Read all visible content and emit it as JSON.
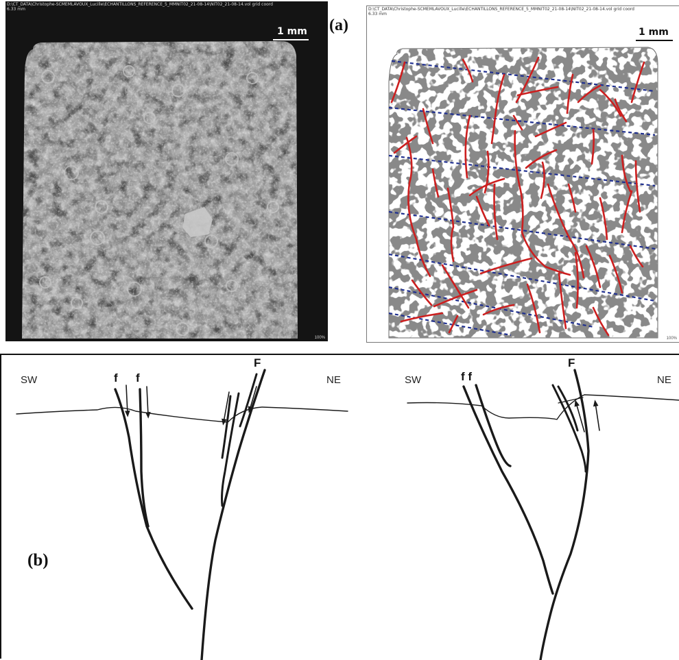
{
  "panel_a": {
    "label": "(a)",
    "ct_image": {
      "path_text": "D:\\CT_DATA\\Christophe-SCMEMLAVOUX_Lucille\\ECHANTILLONS_REFERENCE_5_MMNIT02_21-08-14\\NIT02_21-08-14.vol grid coord",
      "scale_small": "6.33 mm",
      "scalebar_label": "1 mm",
      "zoom_text": "100%"
    },
    "fracture_map": {
      "path_text": "D:\\CT_DATA\\Christophe-SCMEMLAVOUX_Lucille\\ECHANTILLONS_REFERENCE_5_MMNIT02_21-08-14\\NIT02_21-08-14.vol grid coord",
      "scale_small": "6.33 mm",
      "scalebar_label": "1 mm",
      "zoom_text": "100%",
      "fracture_color": "#cc1f1f",
      "bedding_color": "#1f2f8f",
      "grain_color": "#444444"
    }
  },
  "panel_b": {
    "label": "(b)",
    "left_sketch": {
      "sw": "SW",
      "ne": "NE",
      "f1": "f",
      "f2": "f",
      "F": "F"
    },
    "right_sketch": {
      "sw": "SW",
      "ne": "NE",
      "ff": "f f",
      "F": "F"
    },
    "line_color": "#1a1a1a"
  }
}
